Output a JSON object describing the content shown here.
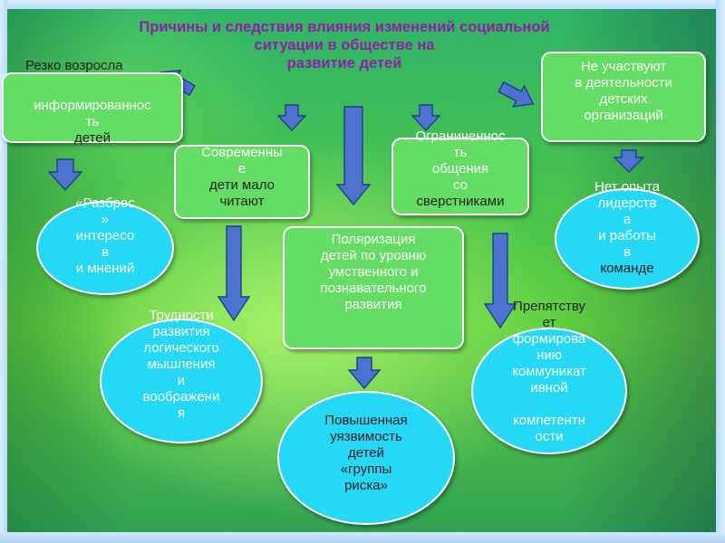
{
  "slide": {
    "title_lines": [
      "Причины и следствия влияния изменений  социальной",
      "ситуации в обществе на",
      "развитие детей"
    ]
  },
  "nodes": {
    "info_box": {
      "label_top": "Резко возросла",
      "lines": [
        "информированнос",
        "ть",
        "детей"
      ]
    },
    "no_participation_box": {
      "lines": [
        "Не участвуют",
        "в деятельности",
        "детских",
        "организаций"
      ]
    },
    "reading_box": {
      "lines": [
        "Современны",
        "е",
        "дети мало",
        "читают"
      ]
    },
    "limited_comm_box": {
      "lines": [
        "Ограниченнос",
        "ть",
        "общения",
        "со",
        "сверстниками"
      ]
    },
    "polarization_box": {
      "lines": [
        "Поляризация",
        "детей по уровню",
        "умственного и",
        "познавательного",
        "развития"
      ]
    },
    "interests_circle": {
      "lines": [
        "«Разброс",
        "»",
        "интересо",
        "в",
        "и мнений"
      ]
    },
    "leadership_circle": {
      "lines": [
        "Нет опыта",
        "лидерств",
        "а",
        "и работы",
        "в",
        "команде"
      ]
    },
    "logic_circle": {
      "lines": [
        "Трудности",
        "развития",
        "логического",
        "мышления",
        "и",
        "воображени",
        "я"
      ]
    },
    "vulnerability_circle": {
      "lines": [
        "Повышенная",
        "уязвимость",
        "детей",
        "«группы",
        "риска»"
      ]
    },
    "communicative_circle": {
      "lines": [
        "Препятству",
        "ет",
        "формирова",
        "нию",
        "коммуникат",
        "ивной",
        "",
        "компетентн",
        "ости"
      ]
    }
  },
  "colors": {
    "title": "#8e21a8",
    "box_fill": "#63dd63",
    "circle_fill": "#24d8f6",
    "arrow_fill": "#4c73d0",
    "background": "#47c24e"
  }
}
